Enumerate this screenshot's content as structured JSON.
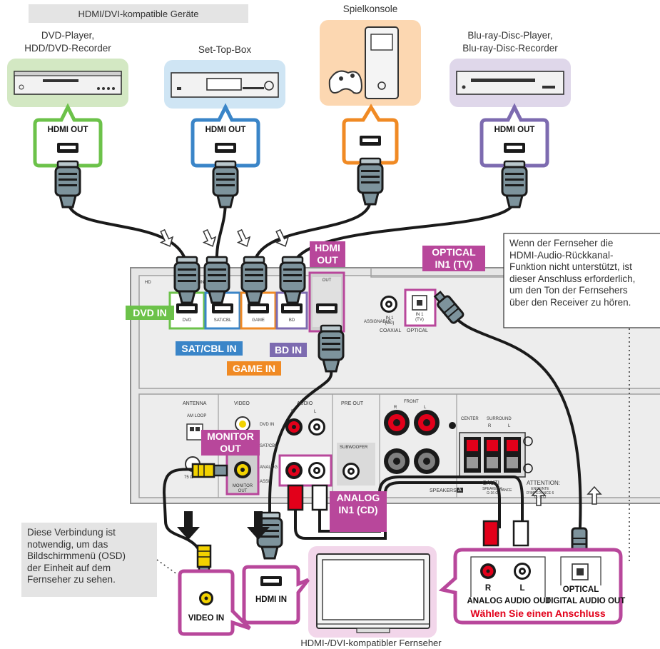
{
  "header": {
    "compat_devices": "HDMI/DVI-kompatible Geräte"
  },
  "devices": {
    "dvd": {
      "line1": "DVD-Player,",
      "line2": "HDD/DVD-Recorder",
      "port": "HDMI OUT"
    },
    "stb": {
      "label": "Set-Top-Box",
      "port": "HDMI OUT"
    },
    "console": {
      "label": "Spielkonsole"
    },
    "bluray": {
      "line1": "Blu-ray-Disc-Player,",
      "line2": "Blu-ray-Disc-Recorder",
      "port": "HDMI OUT"
    }
  },
  "receiver": {
    "tags": {
      "dvd_in": "DVD IN",
      "satcbl_in": "SAT/CBL IN",
      "game_in": "GAME IN",
      "bd_in": "BD IN",
      "hdmi_out_line1": "HDMI",
      "hdmi_out_line2": "OUT",
      "optical_line1": "OPTICAL",
      "optical_line2": "IN1 (TV)",
      "monitor_line1": "MONITOR",
      "monitor_line2": "OUT",
      "analog_line1": "ANALOG",
      "analog_line2": "IN1 (CD)"
    },
    "panel_text": {
      "dvd": "DVD",
      "satcbl": "SAT/CBL",
      "game": "GAME",
      "bd": "BD",
      "out": "OUT",
      "hd": "HD",
      "in": "IN",
      "assignable": "ASSIGNABLE",
      "coaxial": "COAXIAL",
      "optical": "OPTICAL",
      "in1_cd": "IN 1 (CD)",
      "in1_tv": "IN 1 (TV)",
      "antenna": "ANTENNA",
      "am_loop": "AM LOOP",
      "video": "VIDEO",
      "audio": "AUDIO",
      "pre_out": "PRE OUT",
      "subwoofer": "SUBWOOFER",
      "front": "FRONT",
      "center": "CENTER",
      "surround": "SURROUND",
      "r": "R",
      "l": "L",
      "speakers": "SPEAKERS",
      "speakers_a": "A",
      "attention": "ATTENTION:",
      "caution": "CAUTI",
      "ohm": "75 Ω",
      "monitor_out": "MONITOR OUT",
      "speaker_imp": "SPEAKER 6 Ω-16 Ω",
      "impedance": "DANCE",
      "enceinte": "ENCEINTE D'IMPEDANCE 6 Ω-16 Ω",
      "dvd_in": "DVD IN",
      "sat_cbl": "SAT/CBL",
      "analog": "ANALOG",
      "assi": "ASSI"
    }
  },
  "notes": {
    "arc": [
      "Wenn der Fernseher die",
      "HDMI-Audio-Rückkanal-",
      "Funktion nicht unterstützt, ist",
      "dieser Anschluss erforderlich,",
      "um den Ton der Fernsehers",
      "über den Receiver zu hören."
    ],
    "osd": [
      "Diese Verbindung ist",
      "notwendig, um das",
      "Bildschirmmenü (OSD)",
      "der Einheit auf dem",
      "Fernseher zu sehen."
    ]
  },
  "tv": {
    "label": "HDMI-/DVI-kompatibler Fernseher",
    "video_in": "VIDEO IN",
    "hdmi_in": "HDMI IN",
    "r": "R",
    "l": "L",
    "optical": "OPTICAL",
    "analog_audio_out": "ANALOG AUDIO OUT",
    "digital_audio_out": "DIGITAL AUDIO OUT",
    "choose": "Wählen Sie einen Anschluss"
  },
  "colors": {
    "dvd": "#6cc24a",
    "stb": "#3a85c8",
    "console": "#f08a24",
    "bluray": "#7d6bb0",
    "magenta": "#b8479b",
    "red_text": "#e2001a",
    "cable": "#1a1a1a",
    "plug": "#7d939c",
    "panel": "#e6e6e6"
  }
}
